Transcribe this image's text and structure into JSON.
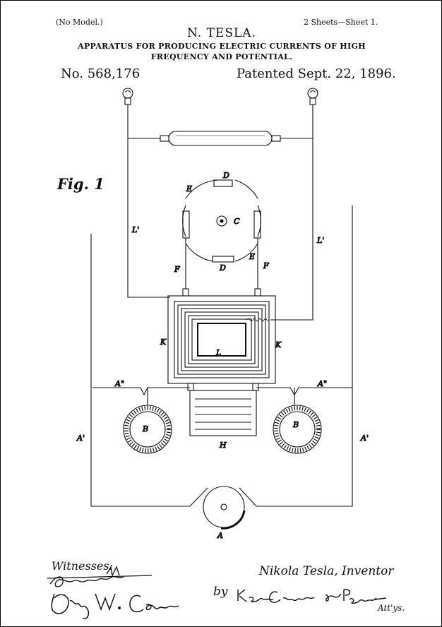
{
  "header": {
    "no_model": "(No Model.)",
    "sheets": "2 Sheets—Sheet 1.",
    "inventor": "N. TESLA.",
    "title_line1": "APPARATUS FOR PRODUCING ELECTRIC CURRENTS OF HIGH",
    "title_line2": "FREQUENCY AND POTENTIAL.",
    "patent_number": "No. 568,176",
    "patent_date": "Patented Sept. 22, 1896."
  },
  "figure": {
    "fig_label": "Fig. 1",
    "labels": {
      "D_top": "D",
      "D_bottom": "D",
      "E_left": "E",
      "E_right": "E",
      "C": "C",
      "L_prime_left": "L'",
      "L_prime_right": "L'",
      "F_left": "F",
      "F_right": "F",
      "K_left": "K",
      "K_right": "K",
      "L": "L",
      "A_dbl_left": "A\"",
      "A_dbl_right": "A\"",
      "B_left": "B",
      "B_right": "B",
      "A_prime_left": "A'",
      "A_prime_right": "A'",
      "H": "H",
      "A": "A"
    }
  },
  "footer": {
    "witnesses": "Witnesses:",
    "witness1": "Raphaël Netter",
    "witness2": "Drury W. Cooper",
    "inventor_signature": "Nikola Tesla, Inventor",
    "by": "by",
    "attorneys": "Kerr, Curtis & Page.",
    "attys": "Att'ys."
  }
}
